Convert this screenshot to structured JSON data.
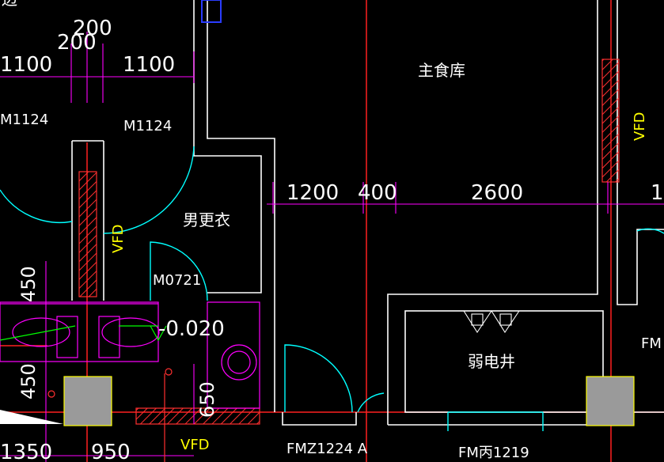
{
  "drawing": {
    "colors": {
      "background": "#000000",
      "wall": "#ffffff",
      "axis": "#ff2020",
      "dimension": "#ff00ff",
      "door": "#00ffff",
      "vfd": "#ffff00",
      "hatch": "#ff3030",
      "fixture": "#ff00ff",
      "column": "#9a9a9a",
      "marker": "#2a3cff",
      "level": "#00ff00"
    },
    "dimensions": {
      "d200a": "200",
      "d200b": "200",
      "d1100a": "1100",
      "d1100b": "1100",
      "d1200": "1200",
      "d400": "400",
      "d2600": "2600",
      "d1_cut": "1",
      "d450a": "450",
      "d450b": "450",
      "d650": "650",
      "d1350": "1350",
      "d950": "950"
    },
    "rooms": {
      "main_storage": "主食库",
      "men_locker": "男更衣",
      "weak_shaft": "弱电井"
    },
    "doors": {
      "m1124_left": "M1124",
      "m1124_right": "M1124",
      "m0721": "M0721",
      "fmz1224a": "FMZ1224 A",
      "fmb1219": "FM丙1219",
      "fm_cut": "FM"
    },
    "level": "-0.020",
    "vfd": {
      "upper_right": "VFD",
      "middle": "VFD",
      "bottom": "VFD"
    },
    "cut_text": "边"
  }
}
